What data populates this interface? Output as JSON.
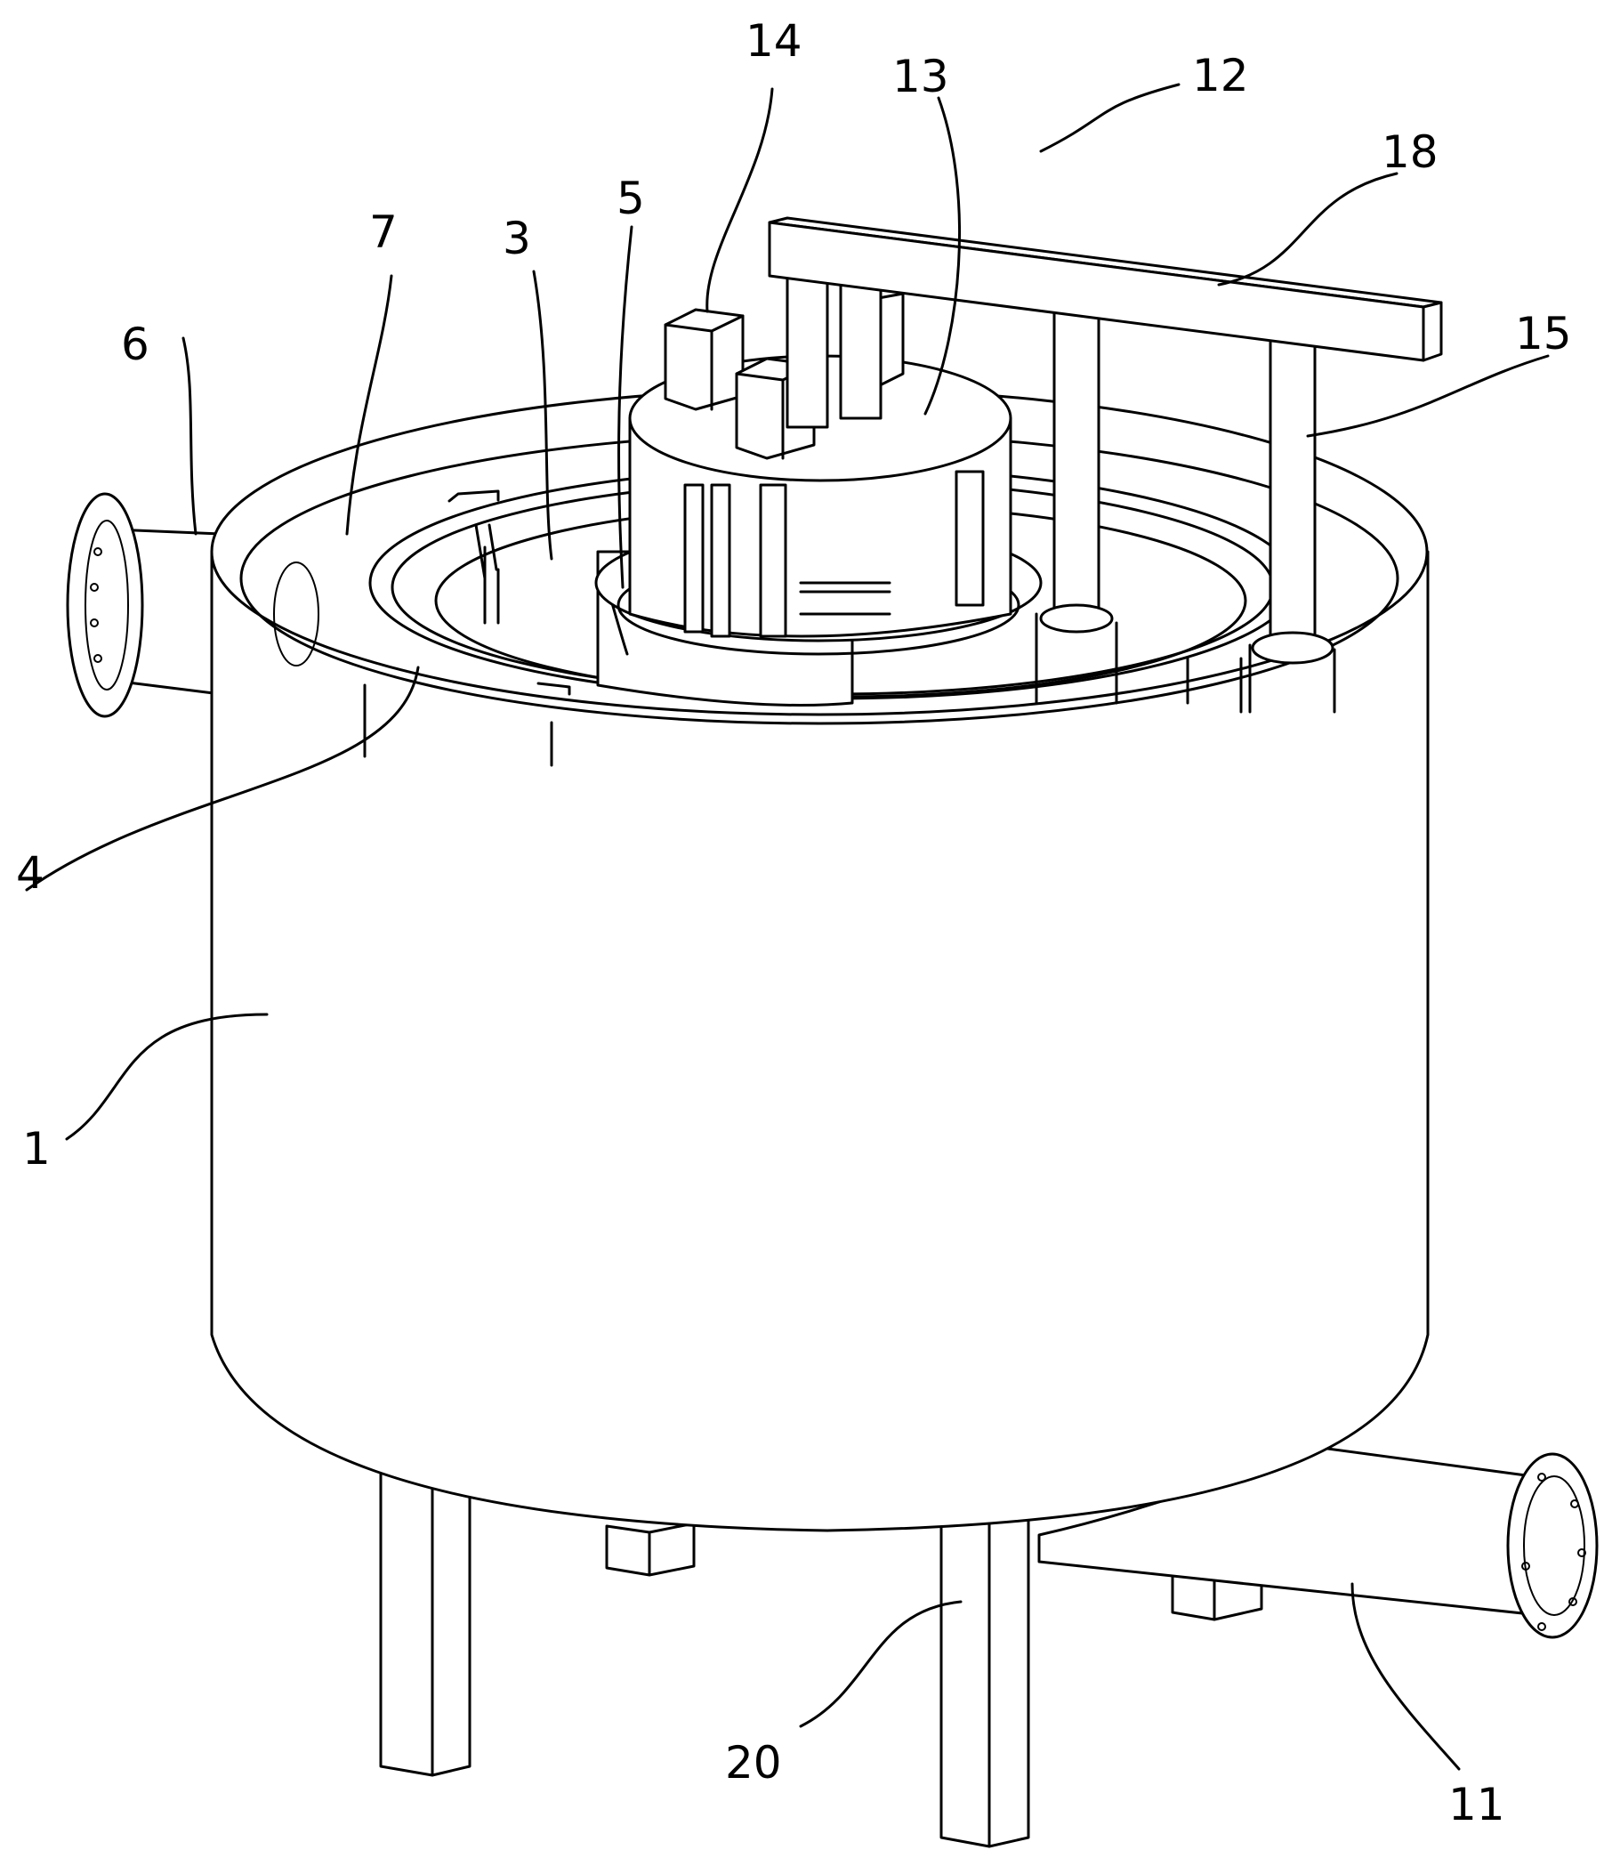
{
  "labels": [
    {
      "id": "1",
      "text": "1"
    },
    {
      "id": "3",
      "text": "3"
    },
    {
      "id": "4",
      "text": "4"
    },
    {
      "id": "5",
      "text": "5"
    },
    {
      "id": "6",
      "text": "6"
    },
    {
      "id": "7",
      "text": "7"
    },
    {
      "id": "11",
      "text": "11"
    },
    {
      "id": "12",
      "text": "12"
    },
    {
      "id": "13",
      "text": "13"
    },
    {
      "id": "14",
      "text": "14"
    },
    {
      "id": "15",
      "text": "15"
    },
    {
      "id": "18",
      "text": "18"
    },
    {
      "id": "20",
      "text": "20"
    }
  ]
}
